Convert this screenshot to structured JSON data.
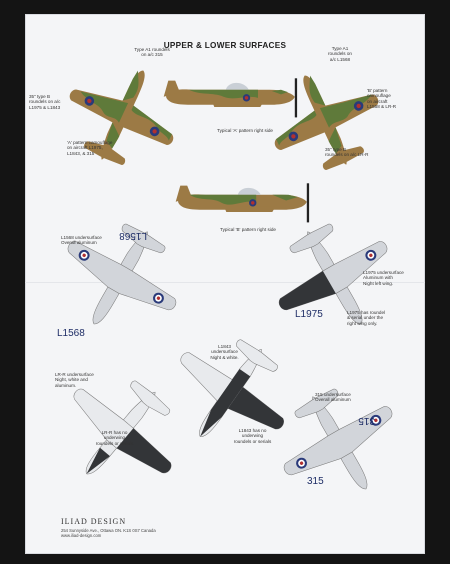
{
  "sheet": {
    "title": "UPPER & LOWER SURFACES",
    "labels": {
      "type_a1_left": "Type A1 roundels\non a/c 315",
      "type_b_left": "35\" type B\nroundels on a/c\nL1975 & L1843",
      "a_pattern_left": "'A' pattern camouflage\non aircraft L1975,\nL1843, & 315",
      "typical_a": "Typical 'A' pattern right side",
      "type_a1_right": "Type A1\nroundels on\na/c L1568",
      "b_pattern_right": "'B' pattern\ncamouflage\non aircraft\nL1568 & LR-R",
      "type_b_right": "35\" type B\nroundels on a/c LR-R",
      "typical_b": "Typical 'B' pattern right side",
      "l1568_under": "L1568 undersurface\nOverall aluminum",
      "l1975_under": "L1975 undersurface\nAluminum with\nNight left wing.",
      "l1975_note": "L1975 has roundel\n& serial under the\nright wing only.",
      "l1843_under": "L1843\nundersurface\nNight & white.",
      "lrr_under": "LR-R undersurface\nNight, white and\naluminum.",
      "lrr_note": "LR-R has no\nunderwing\nroundels or serials",
      "l1843_note": "L1843 has no\nunderwing\nroundels or serials",
      "s315_under": "315 undersurface\nOverall aluminum"
    },
    "serials": {
      "l1568_a": "L1568",
      "l1568_b": "L1568",
      "l1975": "L1975",
      "s315_a": "315",
      "s315_b": "315"
    },
    "brand": "ILIAD DESIGN",
    "address": "254 Sunnyside Ave., Ottawa ON. K1S 0S7 Canada\nwww.iliad-design.com"
  },
  "colors": {
    "earth": "#9c7a45",
    "green": "#5f7a3a",
    "aluminum": "#d2d5da",
    "night": "#333538",
    "roundel_blue": "#2a3a7a",
    "roundel_red": "#b03030",
    "background": "#141414",
    "paper": "#f4f5f7"
  }
}
